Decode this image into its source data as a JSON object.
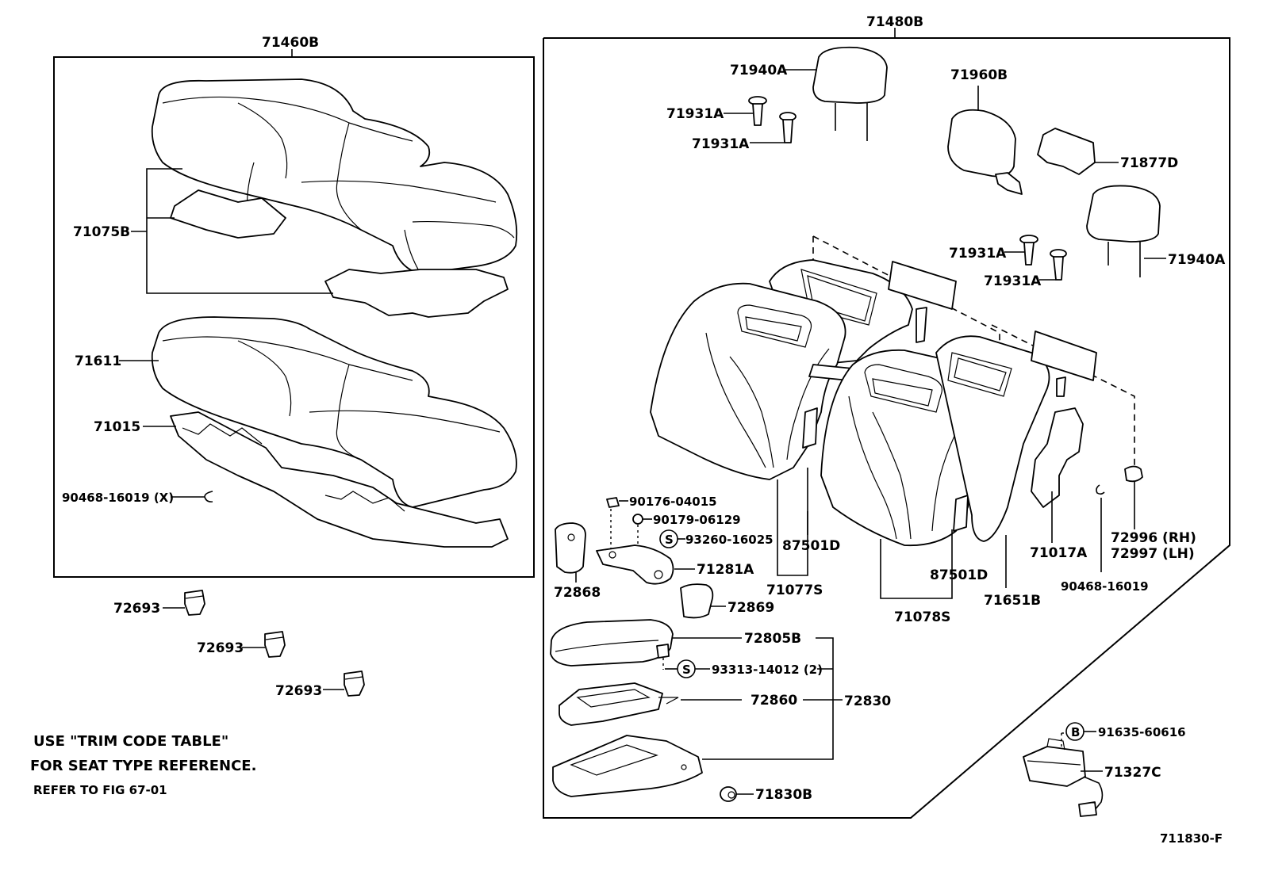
{
  "labels": {
    "p71460B": "71460B",
    "p71480B": "71480B",
    "p71940A_top": "71940A",
    "p71960B": "71960B",
    "p71931A_1": "71931A",
    "p71931A_2": "71931A",
    "p71877D": "71877D",
    "p71931A_3": "71931A",
    "p71931A_4": "71931A",
    "p71940A_right": "71940A",
    "p71075B": "71075B",
    "p71611": "71611",
    "p71015": "71015",
    "p90468_16019_x": "90468-16019 (X)",
    "p90176_04015": "90176-04015",
    "p90179_06129": "90179-06129",
    "p93260_16025": "93260-16025",
    "p71281A": "71281A",
    "p72868": "72868",
    "p72869": "72869",
    "p87501D_1": "87501D",
    "p71077S": "71077S",
    "p87501D_2": "87501D",
    "p71078S": "71078S",
    "p71651B": "71651B",
    "p71017A": "71017A",
    "p72996": "72996 (RH)",
    "p72997": "72997 (LH)",
    "p90468_16019": "90468-16019",
    "p72693_1": "72693",
    "p72693_2": "72693",
    "p72693_3": "72693",
    "p72805B": "72805B",
    "p93313_14012": "93313-14012 (2)",
    "p72860": "72860",
    "p72830": "72830",
    "p91635_60616": "91635-60616",
    "p71327C": "71327C",
    "p71830B": "71830B",
    "circle_s1": "S",
    "circle_s2": "S",
    "circle_b": "B"
  },
  "notes": {
    "line1": "USE \"TRIM CODE TABLE\"",
    "line2": "FOR SEAT TYPE REFERENCE.",
    "line3": "REFER TO FIG 67-01"
  },
  "figure_code": "711830-F"
}
